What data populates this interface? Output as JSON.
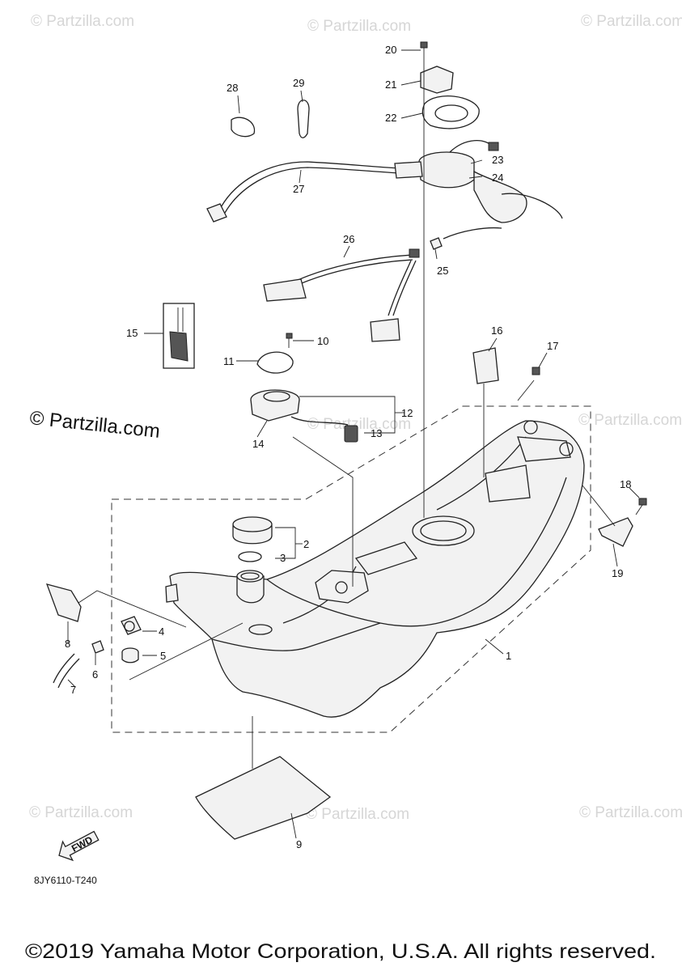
{
  "watermark": {
    "text": "© Partzilla.com",
    "prominent": "© Partzilla.com"
  },
  "diagram_code": "8JY6110-T240",
  "fwd_label": "FWD",
  "copyright": "©2019 Yamaha Motor Corporation, U.S.A. All rights reserved.",
  "callouts": [
    "1",
    "2",
    "3",
    "4",
    "5",
    "6",
    "7",
    "8",
    "9",
    "10",
    "11",
    "12",
    "13",
    "14",
    "15",
    "16",
    "17",
    "18",
    "19",
    "20",
    "21",
    "22",
    "23",
    "24",
    "25",
    "26",
    "27",
    "28",
    "29"
  ]
}
